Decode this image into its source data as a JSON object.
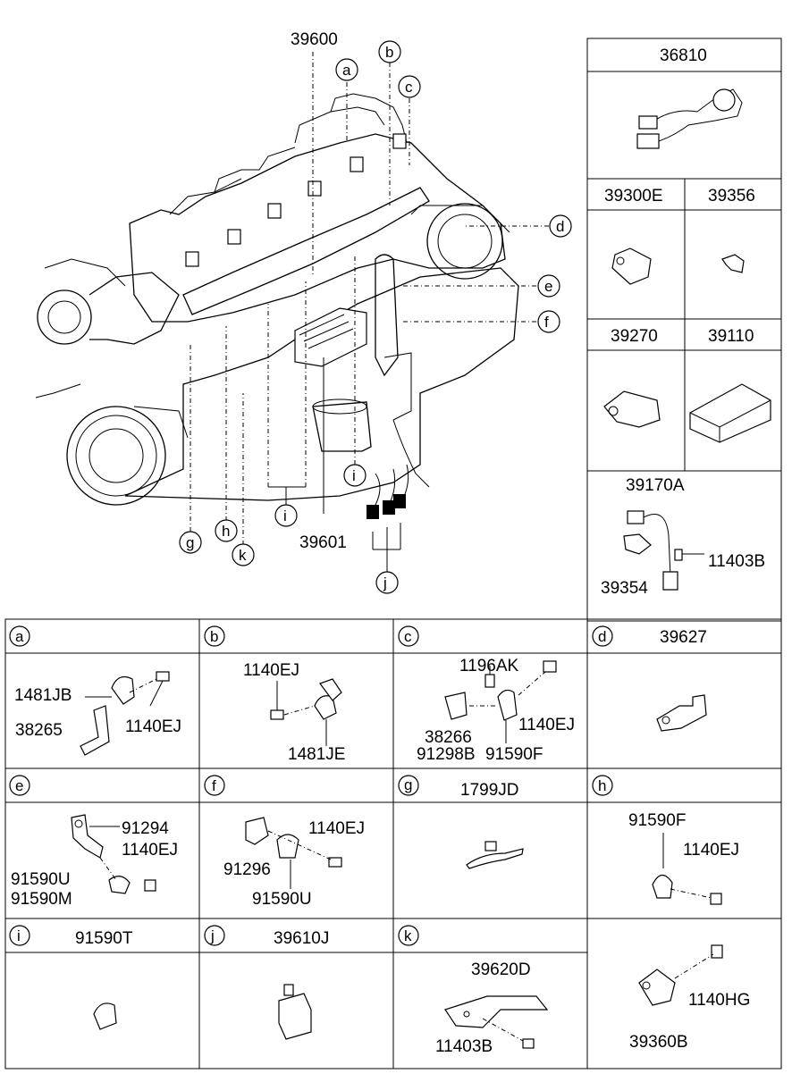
{
  "engine_view": {
    "harness_top": "39600",
    "harness_bottom": "39601",
    "callouts": [
      "a",
      "b",
      "c",
      "d",
      "e",
      "f",
      "g",
      "h",
      "k",
      "i",
      "i",
      "j"
    ]
  },
  "sidebar": {
    "p36810": "36810",
    "p39300e": "39300E",
    "p39356": "39356",
    "p39270": "39270",
    "p39110": "39110",
    "p39170a": "39170A",
    "p11403b": "11403B",
    "p39354": "39354"
  },
  "cells": {
    "a": {
      "letter": "a",
      "labels": [
        "1481JB",
        "1140EJ",
        "38265"
      ]
    },
    "b": {
      "letter": "b",
      "labels": [
        "1140EJ",
        "1481JE"
      ]
    },
    "c": {
      "letter": "c",
      "labels": [
        "1196AK",
        "38266",
        "1140EJ",
        "91298B",
        "91590F"
      ]
    },
    "d": {
      "letter": "d",
      "title": "39627"
    },
    "e": {
      "letter": "e",
      "labels": [
        "91294",
        "1140EJ",
        "91590U",
        "91590M"
      ]
    },
    "f": {
      "letter": "f",
      "labels": [
        "1140EJ",
        "91296",
        "91590U"
      ]
    },
    "g": {
      "letter": "g",
      "title": "1799JD"
    },
    "h": {
      "letter": "h",
      "labels": [
        "91590F",
        "1140EJ"
      ]
    },
    "i": {
      "letter": "i",
      "title": "91590T"
    },
    "j": {
      "letter": "j",
      "title": "39610J"
    },
    "k": {
      "letter": "k",
      "labels": [
        "39620D",
        "11403B"
      ]
    },
    "last": {
      "labels": [
        "1140HG",
        "39360B"
      ]
    }
  }
}
